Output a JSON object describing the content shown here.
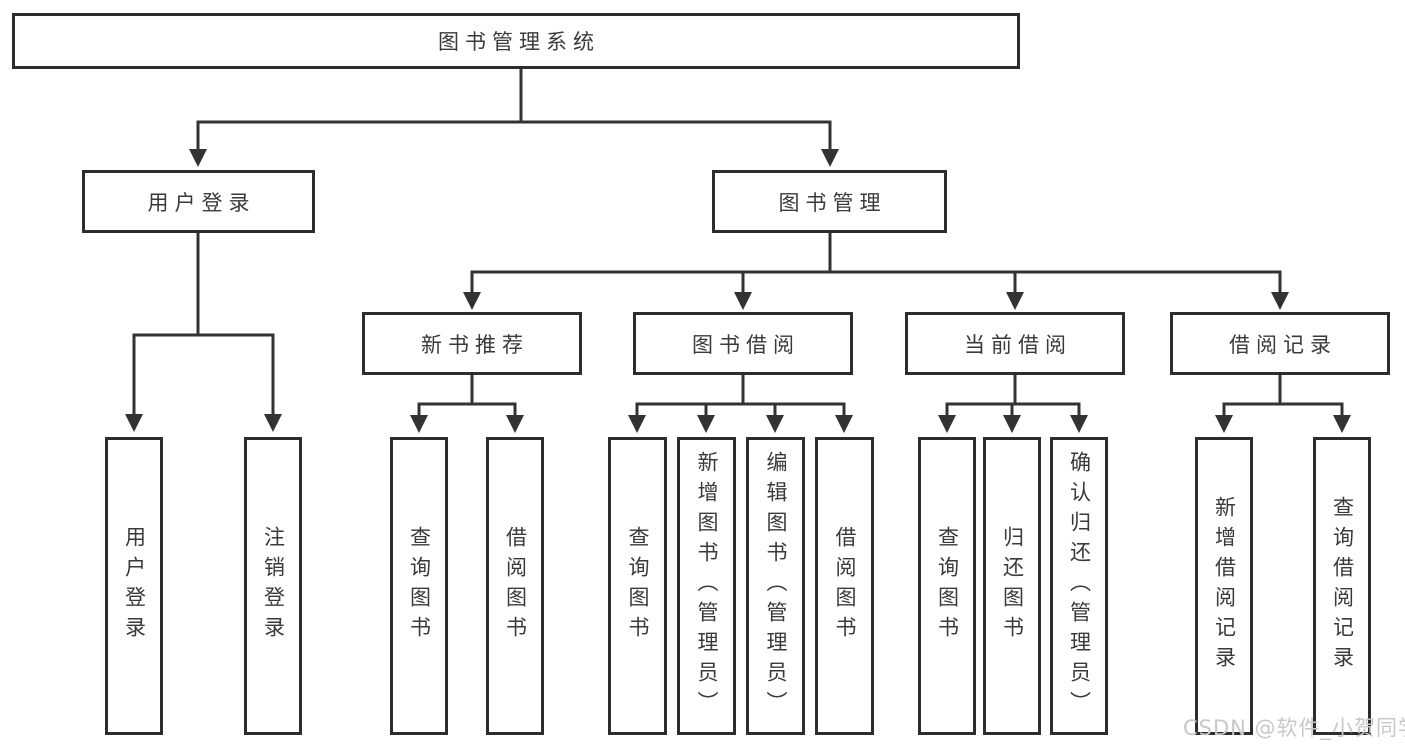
{
  "diagram": {
    "root": {
      "label": "图书管理系统"
    },
    "level1": [
      {
        "label": "用户登录"
      },
      {
        "label": "图书管理"
      }
    ],
    "level2": [
      {
        "label": "新书推荐"
      },
      {
        "label": "图书借阅"
      },
      {
        "label": "当前借阅"
      },
      {
        "label": "借阅记录"
      }
    ],
    "level3": {
      "user_login": [
        "用户登录",
        "注销登录"
      ],
      "new_book": [
        "查询图书",
        "借阅图书"
      ],
      "book_borrow": [
        "查询图书",
        "新增图书（管理员）",
        "编辑图书（管理员）",
        "借阅图书"
      ],
      "current_borrow": [
        "查询图书",
        "归还图书",
        "确认归还（管理员）"
      ],
      "borrow_record": [
        "新增借阅记录",
        "查询借阅记录"
      ]
    }
  },
  "watermark": {
    "text": "CSDN @软件_小贺同学"
  },
  "colors": {
    "line": "#333333",
    "box_border": "#2d2d2d",
    "text": "#3a3a3a",
    "background": "#ffffff",
    "watermark": "#c8c8c8"
  }
}
